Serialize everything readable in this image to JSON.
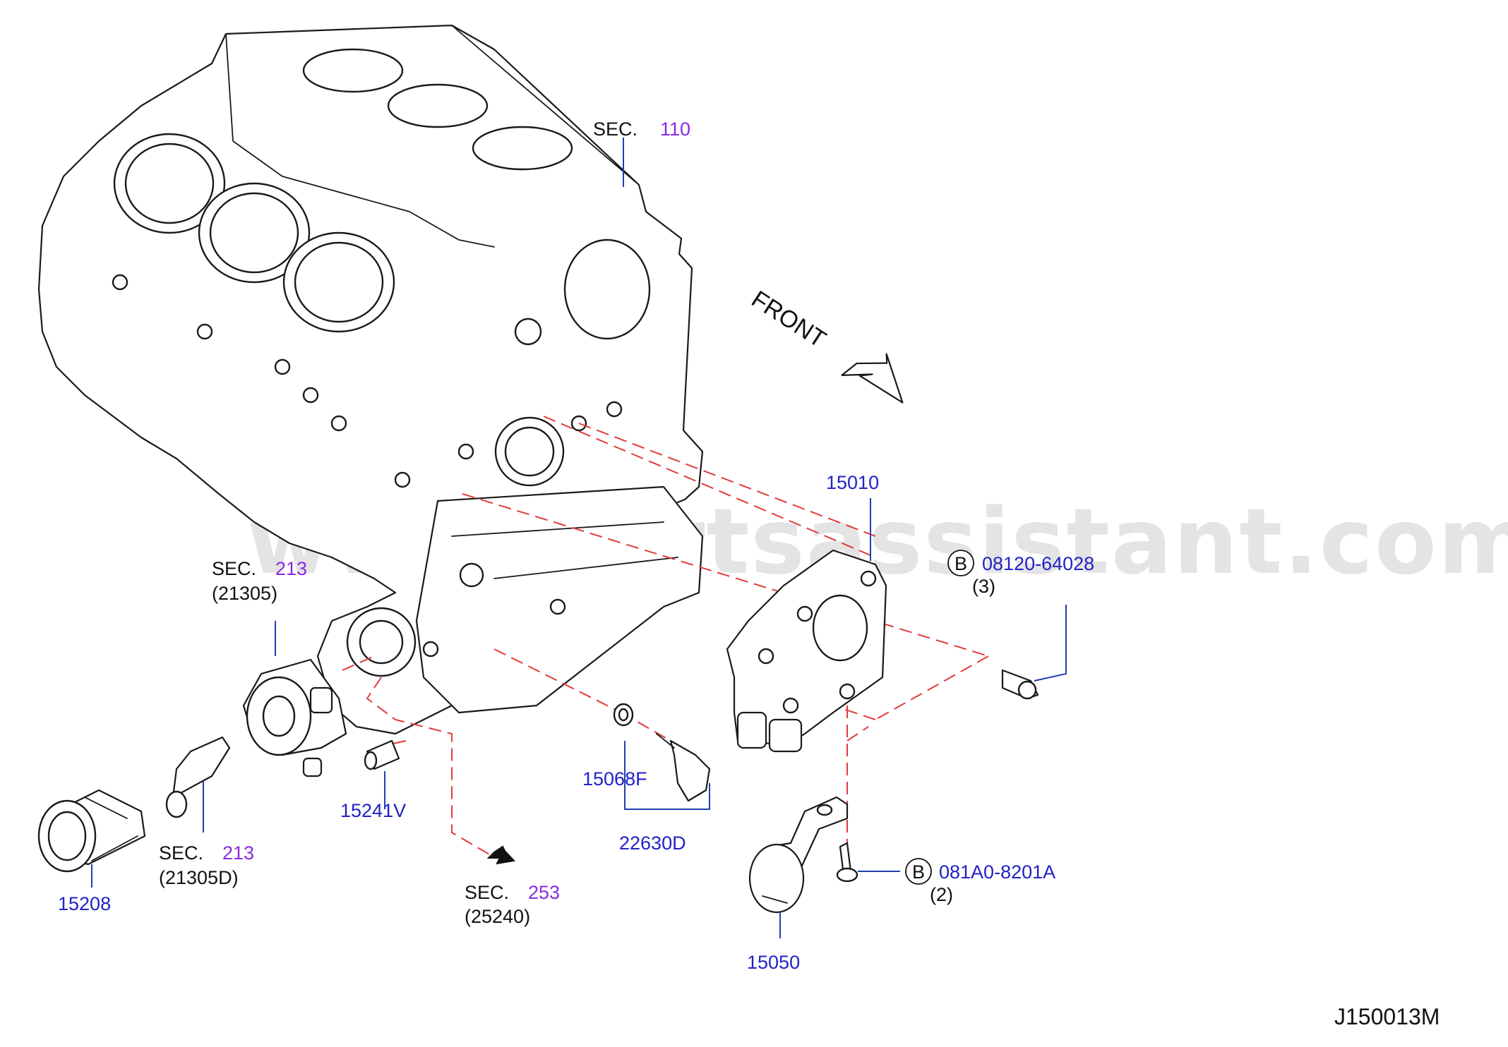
{
  "watermark": "www.partsassistant.com",
  "diagram_code": "J150013M",
  "front_label": "FRONT",
  "labels": {
    "sec_110": {
      "prefix": "SEC.",
      "section": "110"
    },
    "sec_213_a": {
      "prefix": "SEC.",
      "section": "213",
      "part": "(21305)"
    },
    "sec_213_b": {
      "prefix": "SEC.",
      "section": "213",
      "part": "(21305D)"
    },
    "sec_253": {
      "prefix": "SEC.",
      "section": "253",
      "part": "(25240)"
    },
    "p15010": "15010",
    "p15208": "15208",
    "p15241V": "15241V",
    "p15068F": "15068F",
    "p22630D": "22630D",
    "p15050": "15050",
    "bolt_b1": {
      "badge": "B",
      "number": "08120-64028",
      "qty": "(3)"
    },
    "bolt_b2": {
      "badge": "B",
      "number": "081A0-8201A",
      "qty": "(2)"
    }
  },
  "colors": {
    "part_number": "#2222c8",
    "section_number": "#8a2be2",
    "dashed_line": "#e23b3b",
    "leader_line": "#1f3fb0"
  },
  "icons": [
    "front-arrow-icon",
    "section-arrow-icon"
  ]
}
